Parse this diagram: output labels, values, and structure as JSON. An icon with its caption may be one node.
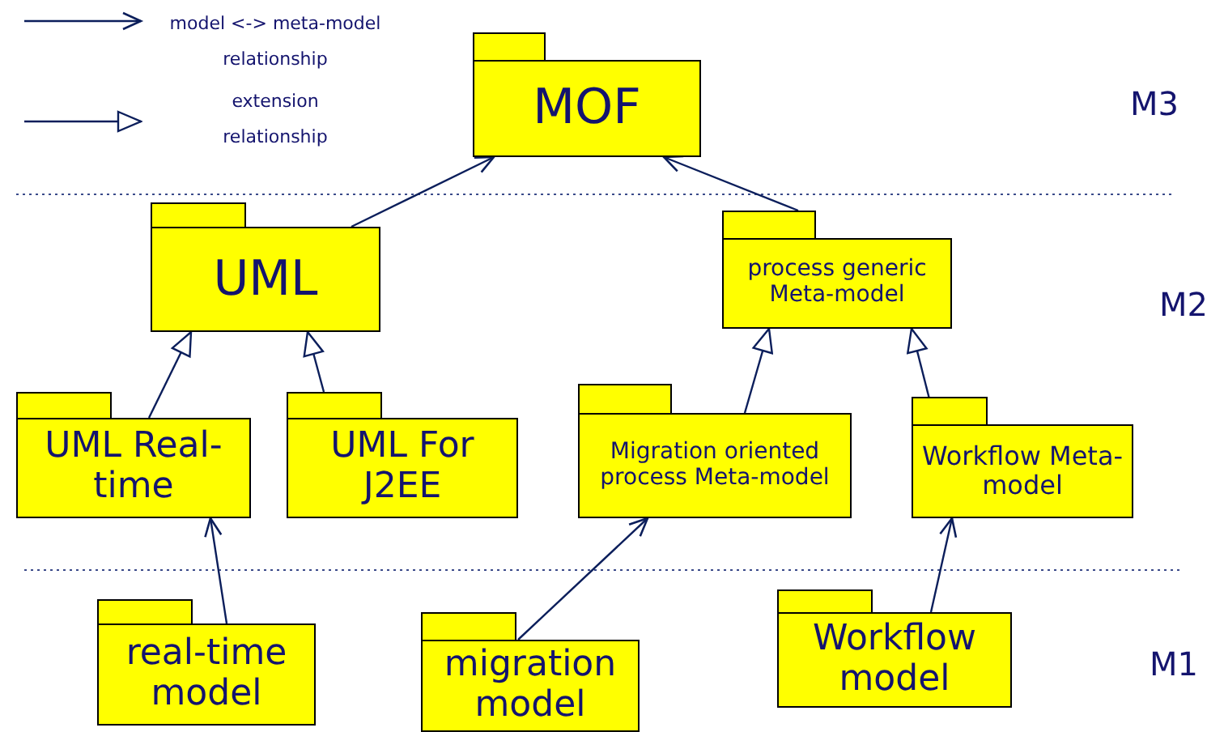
{
  "diagram": {
    "nodes": [
      {
        "text": [
          "MOF"
        ]
      },
      {
        "text": [
          "UML"
        ]
      },
      {
        "text": [
          "process generic Meta-model"
        ]
      },
      {
        "text": [
          "UML Real-time"
        ]
      },
      {
        "text": [
          "UML For J2EE"
        ]
      },
      {
        "text": [
          "Migration oriented process Meta-model"
        ]
      },
      {
        "text": [
          "Workflow Meta-model"
        ]
      },
      {
        "text": [
          "real-time model"
        ]
      },
      {
        "text": [
          "migration model"
        ]
      },
      {
        "text": [
          "Workflow model"
        ]
      }
    ],
    "edges": [
      {
        "from": 1,
        "to": 0,
        "arrow": "to"
      },
      {
        "from": 2,
        "to": 0,
        "arrow": "to"
      },
      {
        "from": 3,
        "to": 1,
        "arrow": "to"
      },
      {
        "from": 4,
        "to": 1,
        "arrow": "to"
      },
      {
        "from": 5,
        "to": 2,
        "arrow": "to"
      },
      {
        "from": 6,
        "to": 2,
        "arrow": "to"
      },
      {
        "from": 7,
        "to": 3,
        "arrow": "to"
      },
      {
        "from": 8,
        "to": 5,
        "arrow": "to"
      },
      {
        "from": 9,
        "to": 6,
        "arrow": "to"
      }
    ],
    "labels": [
      "M3",
      "M2",
      "M1"
    ],
    "legend": [
      {
        "text": "model <-> meta-model relationship"
      },
      {
        "text": "extension relationship"
      }
    ]
  }
}
